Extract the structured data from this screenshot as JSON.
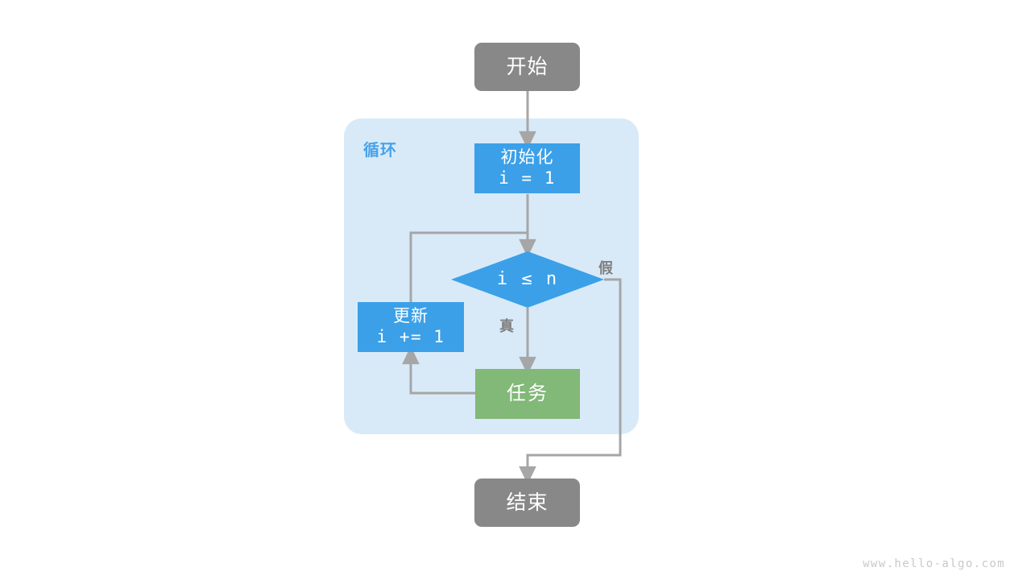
{
  "diagram": {
    "title": "for-loop-flowchart",
    "colors": {
      "terminal": "#888888",
      "process": "#3BA0E8",
      "decision": "#3BA0E8",
      "task": "#82B878",
      "loop_container": "#D8EAF8",
      "edge": "#A6A6A6",
      "loop_title": "#46A3EC",
      "edge_label": "#7F7F7F",
      "background": "#FFFFFF",
      "watermark": "#C9C9C9"
    },
    "nodes": {
      "start": {
        "label": "开始"
      },
      "init": {
        "line1": "初始化",
        "line2": "i = 1"
      },
      "decision": {
        "label": "i ≤ n"
      },
      "task": {
        "label": "任务"
      },
      "update": {
        "line1": "更新",
        "line2": "i += 1"
      },
      "end": {
        "label": "结束"
      }
    },
    "loop_container": {
      "title": "循环"
    },
    "edge_labels": {
      "true": "真",
      "false": "假"
    },
    "watermark": "www.hello-algo.com"
  }
}
